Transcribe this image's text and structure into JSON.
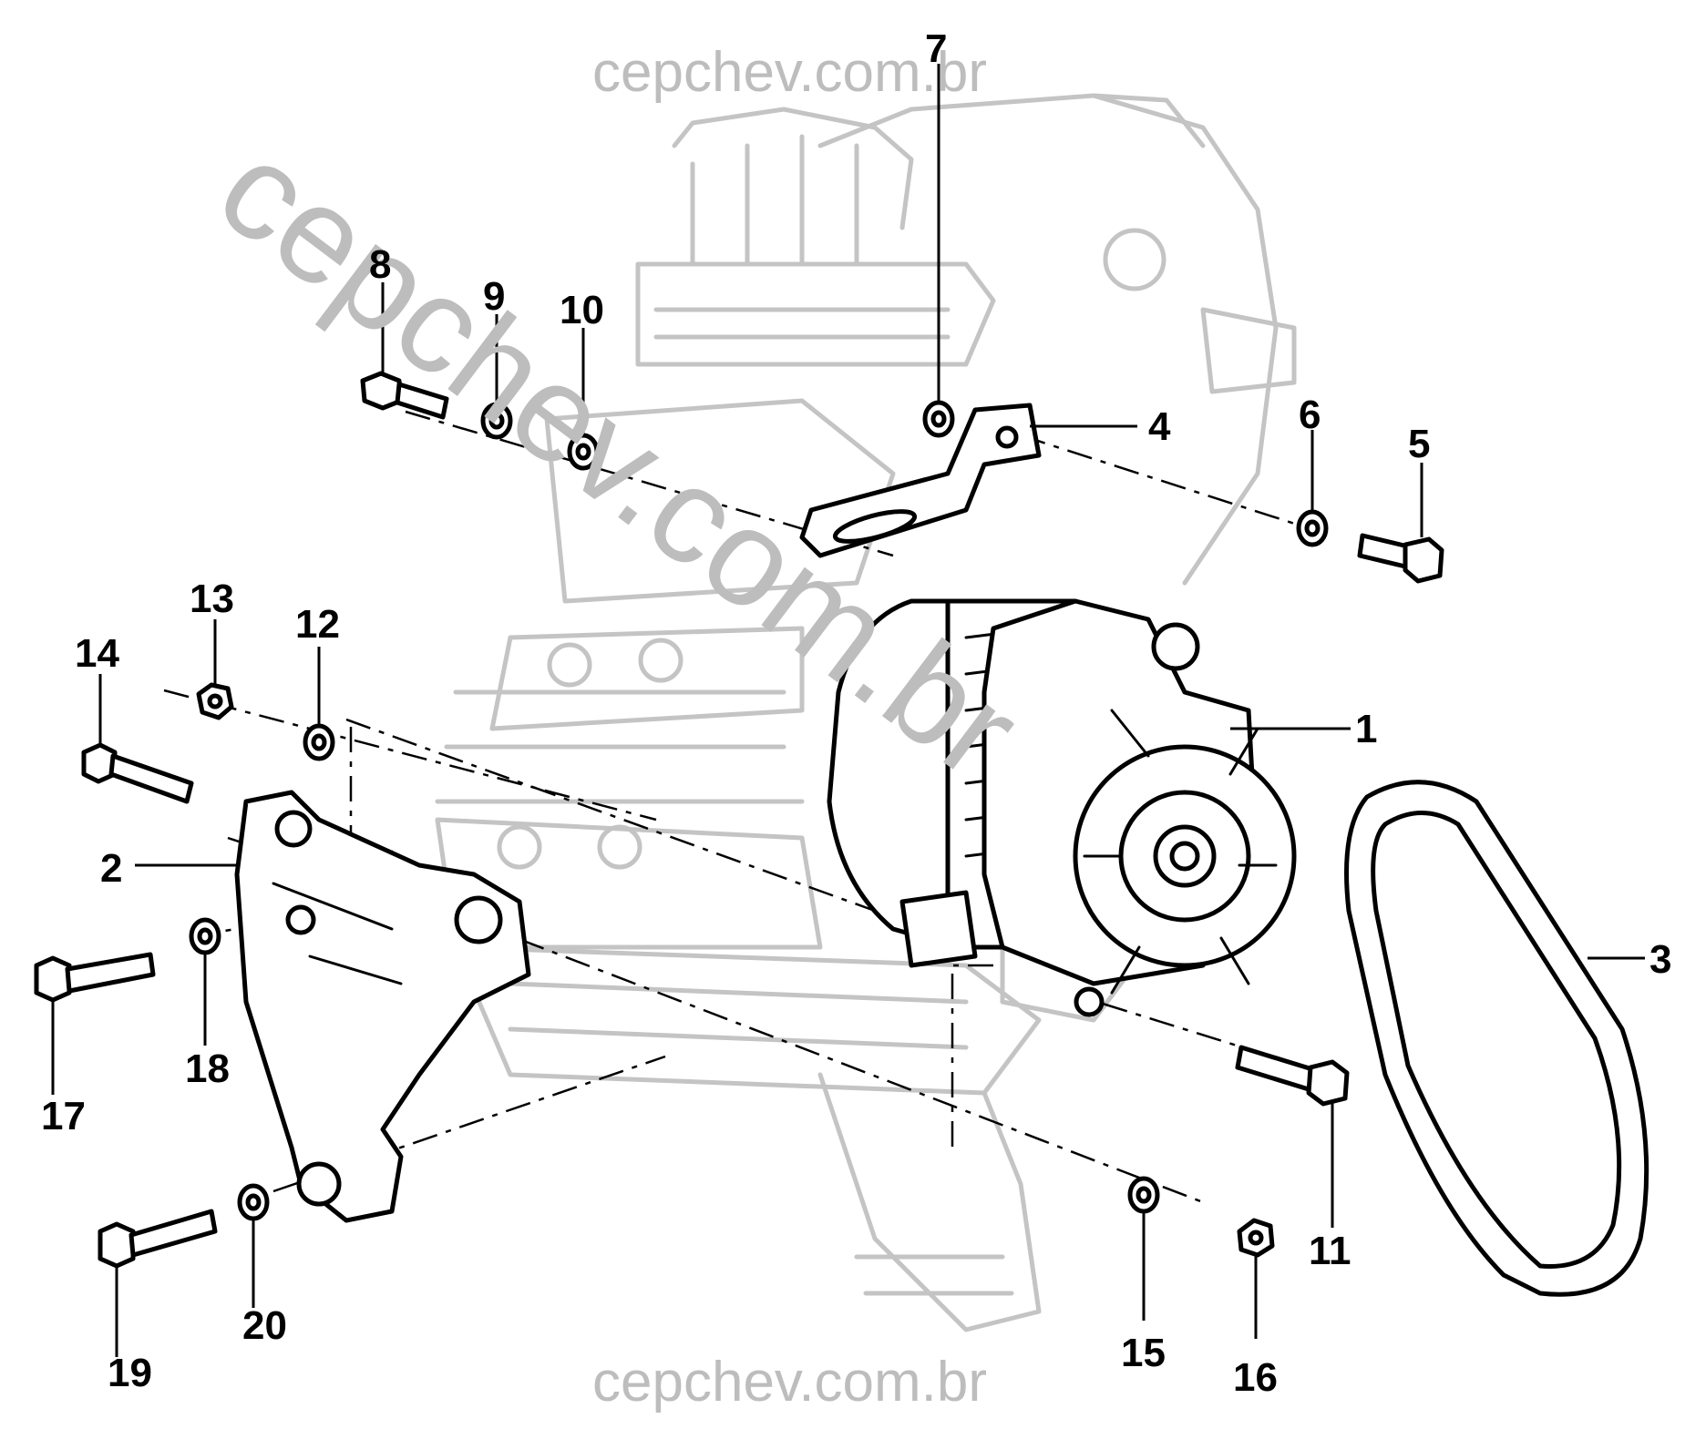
{
  "watermark": {
    "top": "cepchev.com.br",
    "bottom": "cepchev.com.br",
    "diagonal": "cepchev.com.br"
  },
  "callouts": [
    "1",
    "2",
    "3",
    "4",
    "5",
    "6",
    "7",
    "8",
    "9",
    "10",
    "11",
    "12",
    "13",
    "14",
    "15",
    "16",
    "17",
    "18",
    "19",
    "20"
  ],
  "colors": {
    "line": "#000000",
    "ghost": "#c4c4c4",
    "watermark": "#bdbdbd",
    "background": "#ffffff"
  },
  "icons": [
    "alternator",
    "alternator-bracket",
    "drive-belt",
    "adjusting-strap",
    "bolt",
    "washer",
    "nut"
  ]
}
